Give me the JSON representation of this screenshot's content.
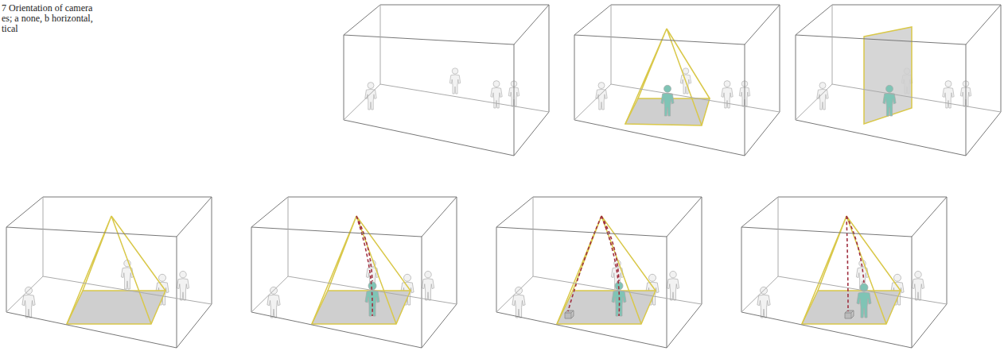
{
  "diagram": {
    "labels": [
      "7 Orientation of camera",
      "es; a none, b horizontal,",
      "tical"
    ]
  }
}
